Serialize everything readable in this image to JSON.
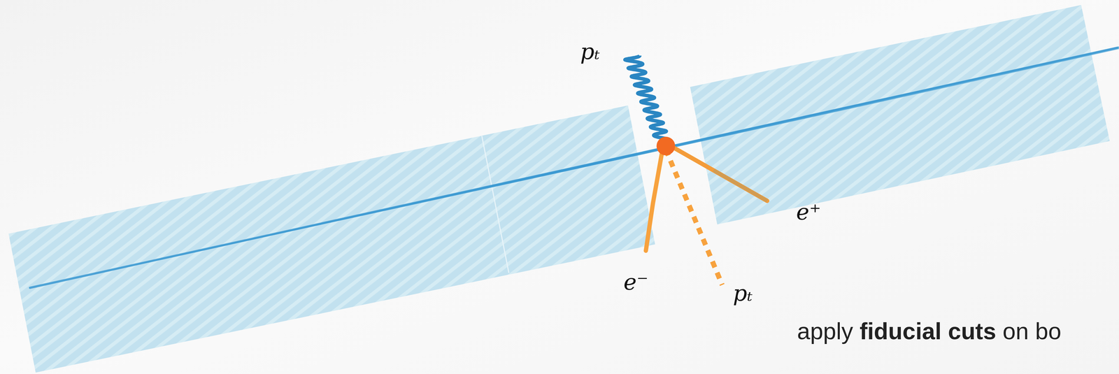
{
  "diagram": {
    "labels": [
      "pₜ",
      "e⁻",
      "e⁺",
      "pₜ",
      "apply",
      "fiducial cuts",
      "on bo"
    ]
  }
}
